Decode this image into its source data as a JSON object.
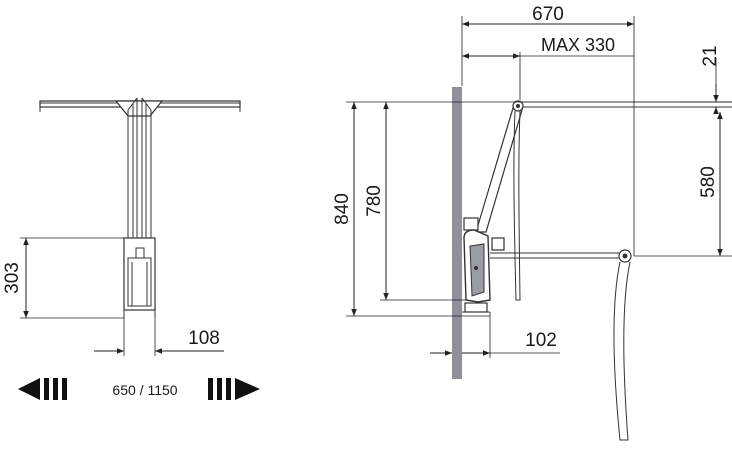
{
  "front_view": {
    "height_label": "303",
    "width_label": "108"
  },
  "side_view": {
    "depth_label": "670",
    "max_label": "MAX 330",
    "top_offset_label": "21",
    "rod_drop_label": "580",
    "total_height_label": "840",
    "inner_height_label": "780",
    "bracket_depth_label": "102"
  },
  "width_range": {
    "label": "650 / 1150"
  },
  "colors": {
    "wall": "#8e9199",
    "lines": "#222222"
  }
}
